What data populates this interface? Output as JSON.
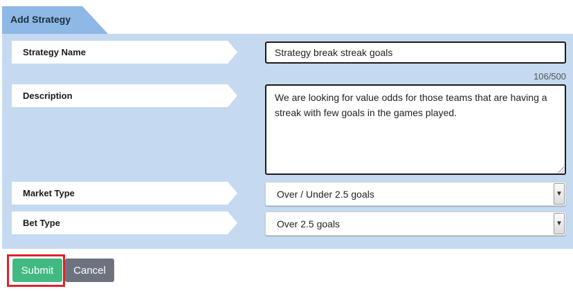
{
  "tab": {
    "title": "Add Strategy"
  },
  "form": {
    "strategy_name": {
      "label": "Strategy Name",
      "value": "Strategy break streak goals"
    },
    "description": {
      "label": "Description",
      "counter": "106/500",
      "value": "We are looking for value odds for those teams that are having a streak with few goals in the games played."
    },
    "market_type": {
      "label": "Market Type",
      "selected": "Over / Under 2.5 goals"
    },
    "bet_type": {
      "label": "Bet Type",
      "selected": "Over 2.5 goals"
    }
  },
  "buttons": {
    "submit": "Submit",
    "cancel": "Cancel"
  },
  "colors": {
    "tab": "#8eb8e6",
    "panel": "#c5daf1",
    "submit": "#42b983",
    "cancel": "#6d737e",
    "highlight": "#e0222a"
  }
}
